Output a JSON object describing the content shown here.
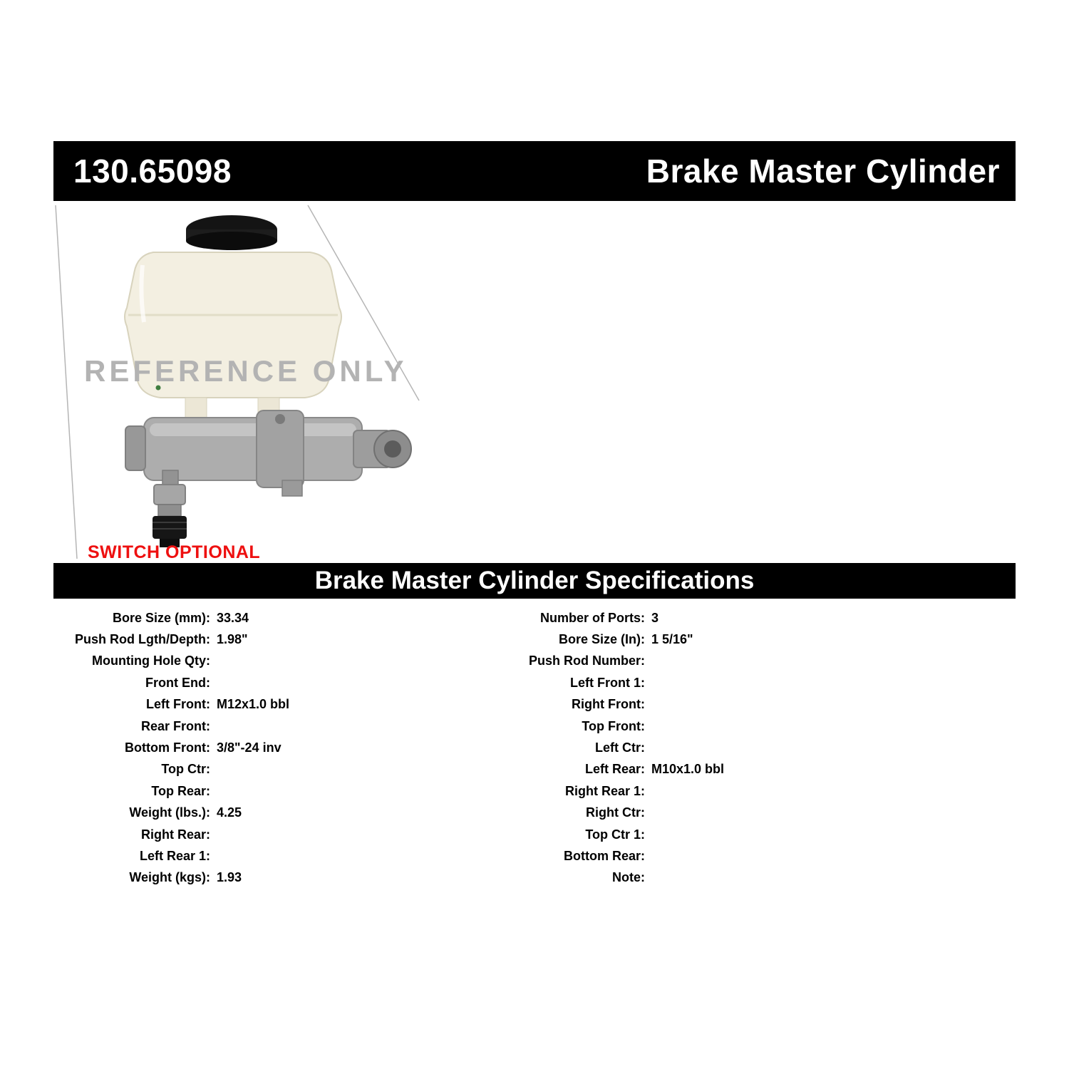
{
  "page": {
    "part_number": "130.65098",
    "product_name": "Brake Master Cylinder",
    "watermark": "REFERENCE ONLY",
    "image_note": "SWITCH OPTIONAL",
    "specs_title": "Brake Master Cylinder Specifications"
  },
  "colors": {
    "bar_background": "#000000",
    "bar_text": "#ffffff",
    "note_red": "#ee1010",
    "watermark_gray": "#b3b3b3"
  },
  "specs": {
    "left": [
      {
        "label": "Bore Size (mm):",
        "value": "33.34"
      },
      {
        "label": "Push Rod Lgth/Depth:",
        "value": "1.98\""
      },
      {
        "label": "Mounting Hole Qty:",
        "value": ""
      },
      {
        "label": "Front End:",
        "value": ""
      },
      {
        "label": "Left Front:",
        "value": "M12x1.0 bbl"
      },
      {
        "label": "Rear Front:",
        "value": ""
      },
      {
        "label": "Bottom Front:",
        "value": "3/8\"-24 inv"
      },
      {
        "label": "Top Ctr:",
        "value": ""
      },
      {
        "label": "Top Rear:",
        "value": ""
      },
      {
        "label": "Weight (lbs.):",
        "value": "4.25"
      },
      {
        "label": "Right Rear:",
        "value": ""
      },
      {
        "label": "Left Rear 1:",
        "value": ""
      },
      {
        "label": "Weight (kgs):",
        "value": "1.93"
      }
    ],
    "right": [
      {
        "label": "Number of Ports:",
        "value": "3"
      },
      {
        "label": "Bore Size (In):",
        "value": "1 5/16\""
      },
      {
        "label": "Push Rod Number:",
        "value": ""
      },
      {
        "label": "Left Front 1:",
        "value": ""
      },
      {
        "label": "Right Front:",
        "value": ""
      },
      {
        "label": "Top Front:",
        "value": ""
      },
      {
        "label": "Left Ctr:",
        "value": ""
      },
      {
        "label": "Left Rear:",
        "value": "M10x1.0 bbl"
      },
      {
        "label": "Right Rear 1:",
        "value": ""
      },
      {
        "label": "Right Ctr:",
        "value": ""
      },
      {
        "label": "Top Ctr 1:",
        "value": ""
      },
      {
        "label": "Bottom Rear:",
        "value": ""
      },
      {
        "label": "Note:",
        "value": ""
      }
    ]
  }
}
